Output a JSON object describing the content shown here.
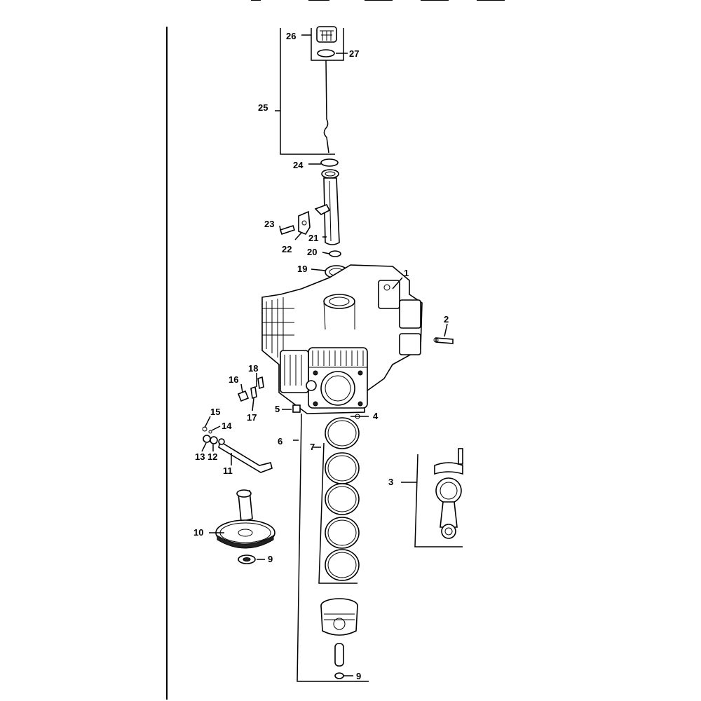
{
  "diagram": {
    "callouts": [
      {
        "id": "p26",
        "text": "26"
      },
      {
        "id": "p27",
        "text": "27"
      },
      {
        "id": "p25",
        "text": "25"
      },
      {
        "id": "p24",
        "text": "24"
      },
      {
        "id": "p23",
        "text": "23"
      },
      {
        "id": "p22",
        "text": "22"
      },
      {
        "id": "p21",
        "text": "21"
      },
      {
        "id": "p20",
        "text": "20"
      },
      {
        "id": "p19",
        "text": "19"
      },
      {
        "id": "p1",
        "text": "1"
      },
      {
        "id": "p2",
        "text": "2"
      },
      {
        "id": "p18",
        "text": "18"
      },
      {
        "id": "p16",
        "text": "16"
      },
      {
        "id": "p17",
        "text": "17"
      },
      {
        "id": "p5",
        "text": "5"
      },
      {
        "id": "p4",
        "text": "4"
      },
      {
        "id": "p15",
        "text": "15"
      },
      {
        "id": "p14",
        "text": "14"
      },
      {
        "id": "p6",
        "text": "6"
      },
      {
        "id": "p7",
        "text": "7"
      },
      {
        "id": "p13",
        "text": "13"
      },
      {
        "id": "p12",
        "text": "12"
      },
      {
        "id": "p11",
        "text": "11"
      },
      {
        "id": "p3",
        "text": "3"
      },
      {
        "id": "p10",
        "text": "10"
      },
      {
        "id": "p9a",
        "text": "9"
      },
      {
        "id": "p9b",
        "text": "9"
      }
    ]
  }
}
